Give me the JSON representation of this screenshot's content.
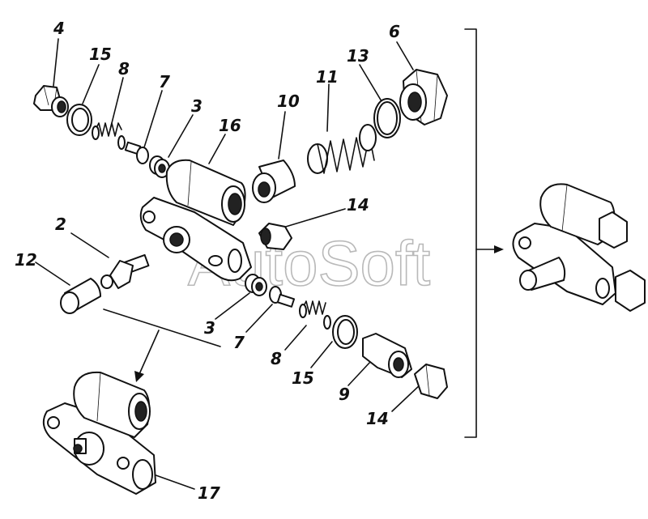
{
  "watermark": "AutoSoft",
  "callouts": {
    "c4": "4",
    "c15a": "15",
    "c8a": "8",
    "c7a": "7",
    "c3a": "3",
    "c16": "16",
    "c10": "10",
    "c11": "11",
    "c13": "13",
    "c6": "6",
    "c14a": "14",
    "c2": "2",
    "c12": "12",
    "c3b": "3",
    "c7b": "7",
    "c8b": "8",
    "c15b": "15",
    "c9": "9",
    "c14b": "14",
    "c17": "17"
  }
}
